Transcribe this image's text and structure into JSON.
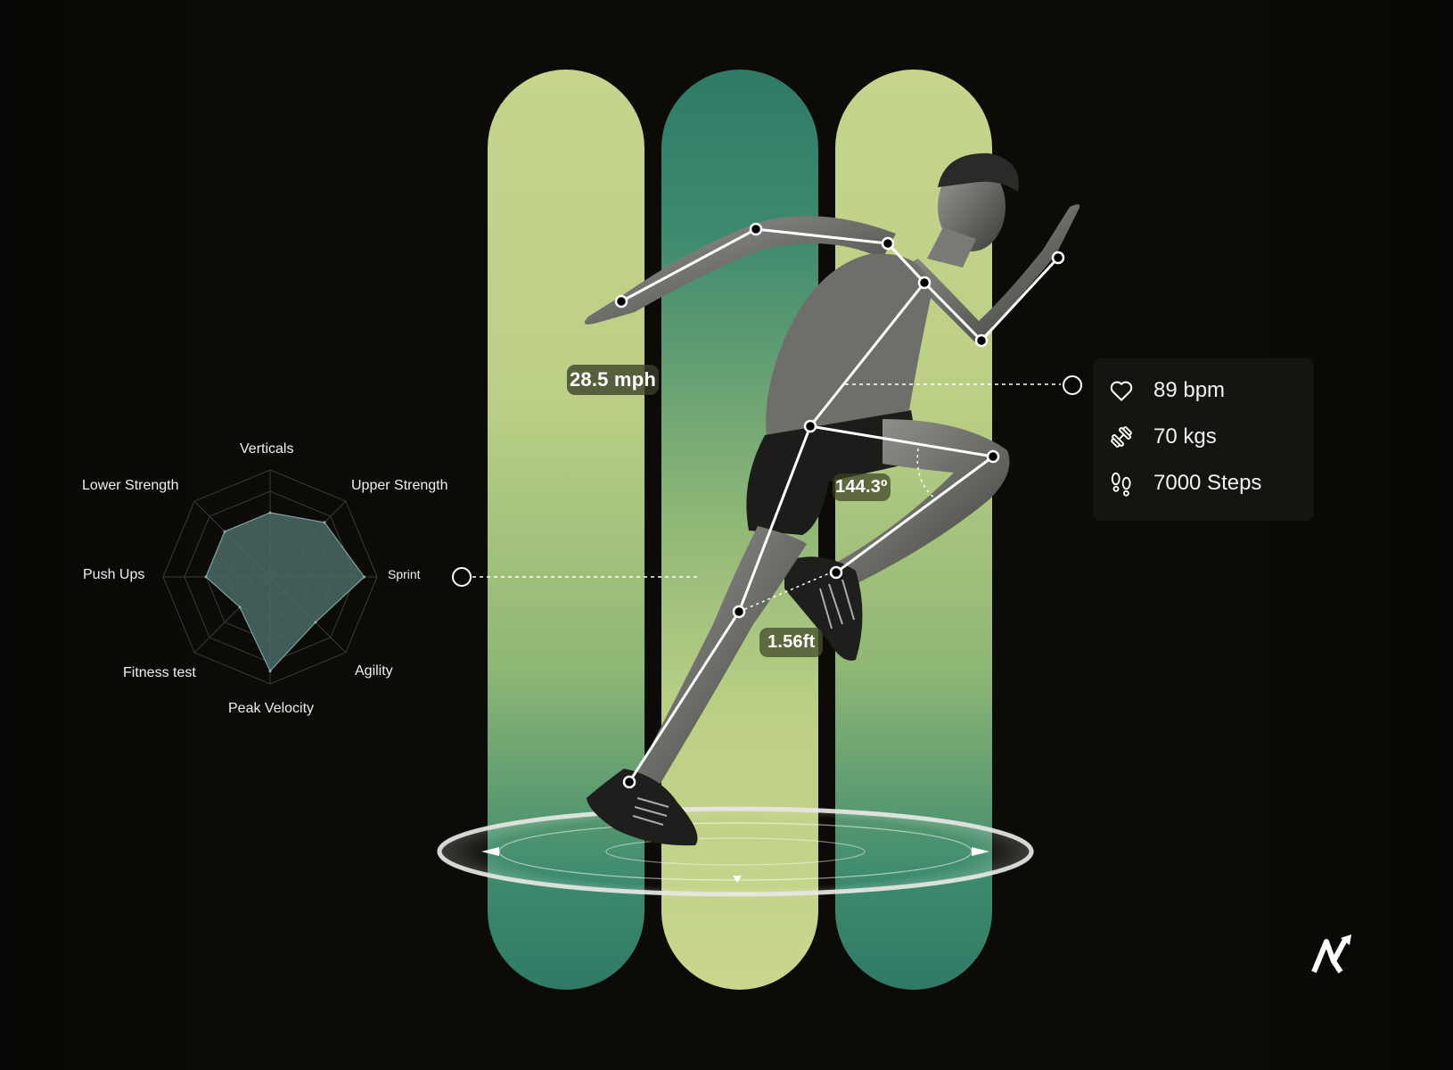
{
  "metrics": {
    "speed": "28.5 mph",
    "knee_angle": "144.3º",
    "step_height": "1.56ft"
  },
  "stats": [
    {
      "icon": "heart-icon",
      "text": "89 bpm"
    },
    {
      "icon": "dumbbell-icon",
      "text": "70 kgs"
    },
    {
      "icon": "footprints-icon",
      "text": "7000 Steps"
    }
  ],
  "radar": {
    "labels": {
      "verticals": "Verticals",
      "upper_strength": "Upper Strength",
      "sprint": "Sprint",
      "agility": "Agility",
      "peak_velocity": "Peak Velocity",
      "fitness_test": "Fitness test",
      "push_ups": "Push Ups",
      "lower_strength": "Lower Strength"
    },
    "values": [
      0.6,
      0.72,
      0.88,
      0.6,
      0.88,
      0.4,
      0.6,
      0.6
    ]
  },
  "colors": {
    "background": "#0d0b07",
    "pill_light": "#c6d48c",
    "pill_dark": "#2f7a66",
    "radar_fill": "#4a6a66",
    "card": "#141410"
  }
}
